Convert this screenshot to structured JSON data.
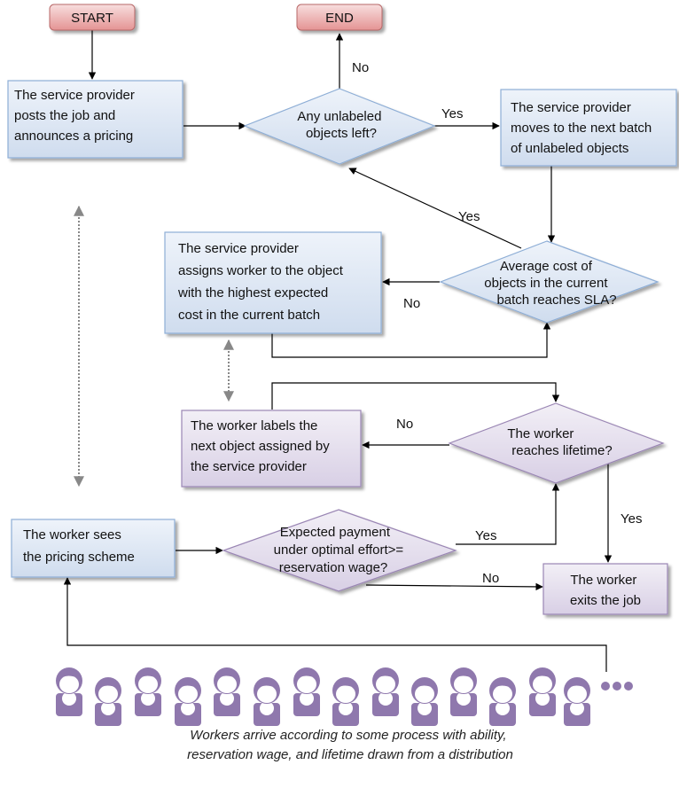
{
  "nodes": {
    "start": "START",
    "end": "END",
    "post_job": [
      "The service provider",
      "posts the job and",
      "announces a pricing"
    ],
    "any_unlabeled": [
      "Any unlabeled",
      "objects left?"
    ],
    "next_batch": [
      "The service provider",
      "moves to the next batch",
      "of unlabeled objects"
    ],
    "assign_worker": [
      "The service provider",
      "assigns worker to the object",
      "with the highest expected",
      "cost in the current batch"
    ],
    "avg_cost": [
      "Average cost of",
      "objects in the current",
      "batch reaches SLA?"
    ],
    "worker_labels": [
      "The worker labels the",
      "next object assigned by",
      "the service provider"
    ],
    "reaches_lifetime": [
      "The worker",
      "reaches lifetime?"
    ],
    "sees_pricing": [
      "The worker sees",
      "the pricing scheme"
    ],
    "expected_payment": [
      "Expected payment",
      "under optimal effort>=",
      "reservation wage?"
    ],
    "exits_job": [
      "The worker",
      "exits the job"
    ]
  },
  "edge_labels": {
    "any_no": "No",
    "any_yes": "Yes",
    "avg_yes": "Yes",
    "avg_no": "No",
    "lifetime_no": "No",
    "lifetime_yes": "Yes",
    "payment_yes": "Yes",
    "payment_no": "No"
  },
  "caption": [
    "Workers arrive according to some process with ability,",
    "reservation wage, and lifetime drawn from a distribution"
  ],
  "colors": {
    "terminal_fill": "#e9a0a0",
    "provider_fill": "#dbe6f3",
    "provider_stroke": "#8eaed6",
    "worker_fill": "#e3dcec",
    "worker_stroke": "#9a86b4",
    "person": "#8f78ad"
  },
  "icons": {
    "workers": "person-icon",
    "ellipsis": "ellipsis-dots-icon"
  }
}
